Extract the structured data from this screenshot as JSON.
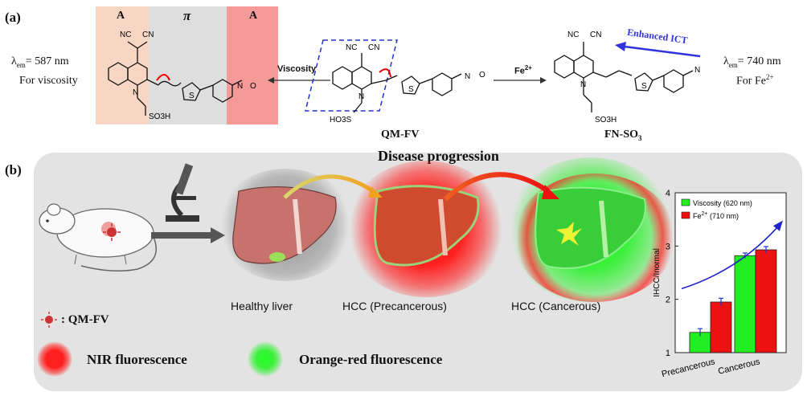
{
  "panel_a": {
    "label": "(a)",
    "band_labels": {
      "acceptor_left": "A",
      "pi": "π",
      "acceptor_right": "A"
    },
    "left_emission": {
      "value": "587 nm",
      "note": "For viscosity"
    },
    "right_emission": {
      "value": "740 nm",
      "note": "For Fe"
    },
    "viscosity_arrow_label": "Viscosity",
    "fe_arrow_label": "Fe",
    "fe_superscript": "2+",
    "probe_name": "QM-FV",
    "product_name": "FN-SO",
    "product_subscript": "3",
    "ict_label": "Enhanced ICT",
    "cn": "NC",
    "cn2": "CN",
    "n_atom": "N",
    "so3h": "SO3H",
    "ho3s": "HO3S",
    "n_oxide": "N",
    "o_minus": "O"
  },
  "panel_b": {
    "label": "(b)",
    "title": "Disease progression",
    "stages": [
      "Healthy liver",
      "HCC (Precancerous)",
      "HCC (Cancerous)"
    ],
    "probe_legend": ": QM-FV",
    "nir_legend": "NIR fluorescence",
    "orange_legend": "Orange-red fluorescence"
  },
  "colors": {
    "band_left": "#f7d6c4",
    "band_mid": "#dedede",
    "band_right": "#f59a98",
    "panel_bg": "#e3e3e3",
    "green_bar": "#22ee22",
    "red_bar": "#ee1111",
    "blue_arrow": "#2222cc"
  },
  "chart_data": {
    "type": "bar",
    "categories": [
      "Precancerous",
      "Cancerous"
    ],
    "series": [
      {
        "name": "Viscosity (620 nm)",
        "values": [
          1.38,
          2.82
        ],
        "errors": [
          0.07,
          0.05
        ],
        "color": "#22ee22"
      },
      {
        "name": "Fe2+ (710 nm)",
        "values": [
          1.95,
          2.93
        ],
        "errors": [
          0.07,
          0.06
        ],
        "color": "#ee1111"
      }
    ],
    "ylabel": "IHCC/Inormal",
    "yticks": [
      "1",
      "2",
      "3",
      "4"
    ],
    "ylim": [
      1,
      4
    ],
    "legend_position": "top-left",
    "legend_labels": [
      "Viscosity (620 nm)",
      "Fe",
      "(710 nm)"
    ],
    "legend_sup": "2+"
  }
}
